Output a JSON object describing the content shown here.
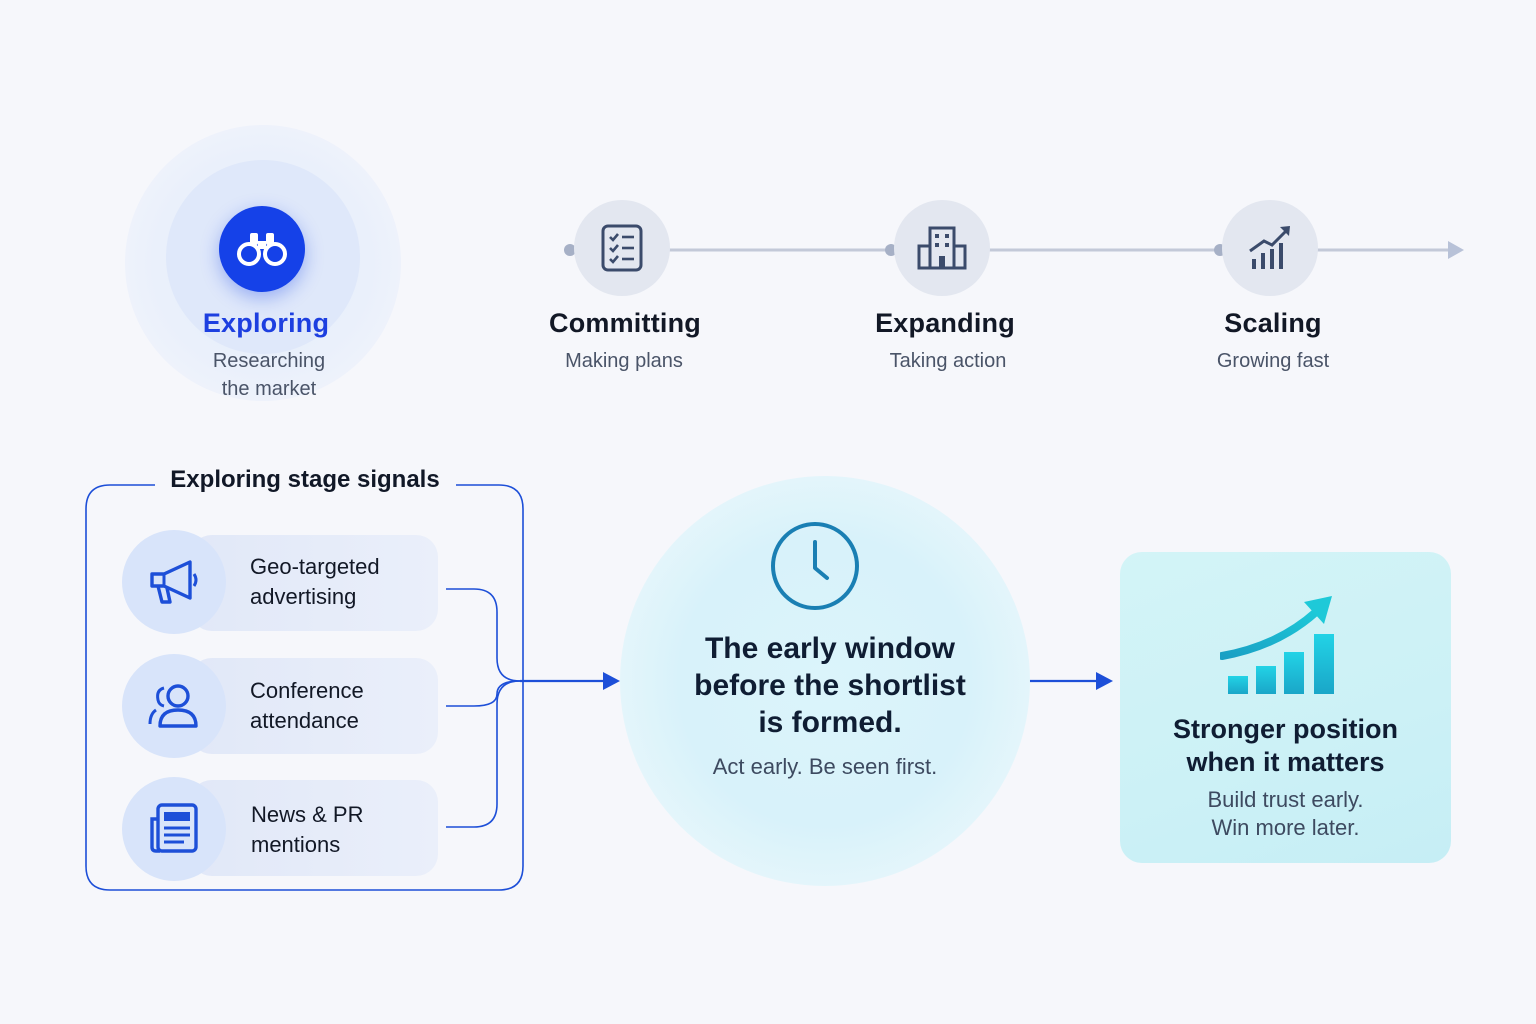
{
  "timeline": {
    "stages": [
      {
        "title": "Exploring",
        "subtitle_lines": [
          "Researching",
          "the market"
        ],
        "icon": "binoculars-icon",
        "active": true
      },
      {
        "title": "Committing",
        "subtitle_lines": [
          "Making plans"
        ],
        "icon": "checklist-icon",
        "active": false
      },
      {
        "title": "Expanding",
        "subtitle_lines": [
          "Taking action"
        ],
        "icon": "building-icon",
        "active": false
      },
      {
        "title": "Scaling",
        "subtitle_lines": [
          "Growing fast"
        ],
        "icon": "growth-chart-icon",
        "active": false
      }
    ]
  },
  "signals": {
    "title": "Exploring stage signals",
    "items": [
      {
        "lines": [
          "Geo-targeted",
          "advertising"
        ],
        "icon": "megaphone-icon"
      },
      {
        "lines": [
          "Conference",
          "attendance"
        ],
        "icon": "people-icon"
      },
      {
        "lines": [
          "News & PR",
          "mentions"
        ],
        "icon": "newspaper-icon"
      }
    ]
  },
  "window": {
    "icon": "clock-icon",
    "title_lines": [
      "The early window",
      "before the shortlist",
      "is formed."
    ],
    "subtitle": "Act early. Be seen first."
  },
  "outcome": {
    "icon": "rising-bars-icon",
    "title_lines": [
      "Stronger position",
      "when it matters"
    ],
    "subtitle_lines": [
      "Build trust early.",
      "Win more later."
    ]
  },
  "colors": {
    "primary_blue": "#1541e8",
    "line_gray": "#c3c9d8",
    "teal": "#1aa6c8",
    "card_bg": "#cff2f6"
  }
}
